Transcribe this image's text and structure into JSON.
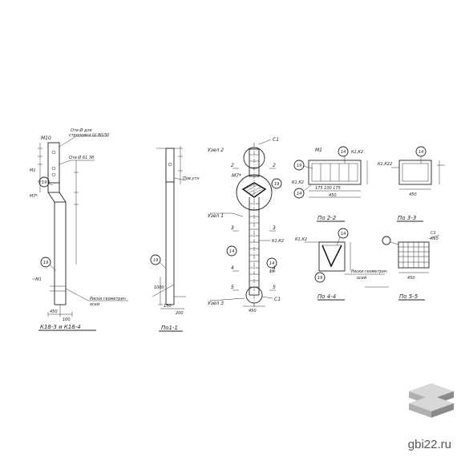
{
  "labels": {
    "m10": "М10",
    "otv_top": "Отв Ø для",
    "otv_top2": "строповки Ш 80/30",
    "otv_mid": "Отв Ø 61 38",
    "m1_a": "М1",
    "n19_a": "19",
    "m7_a": "М7*",
    "n19_b": "19",
    "m1_b": "~М1",
    "riski_1": "Риски геометрич",
    "riski_2": "осей",
    "dim_450": "450",
    "dim_100": "100",
    "caption_k": "К18-3 и К18-4",
    "n19_c": "19",
    "pov_label": "Пов.утн",
    "dim_1000": "1000",
    "dim_130": "130",
    "dim_200": "200",
    "caption_1": "По1-1",
    "uzel2": "Узел 2",
    "m7_b": "М7*",
    "uzel1": "Узел 1",
    "c1_a": "С1",
    "c1_b": "С1",
    "n19_d": "19",
    "n14_a": "14",
    "n14_b": "14",
    "n19_e": "19",
    "k1k2_a": "К1,К2",
    "sec2_a": "2",
    "sec2_b": "2",
    "sec3_a": "3",
    "sec3_b": "3",
    "sec4_a": "4",
    "sec4_b": "4",
    "sec5_a": "5",
    "sec5_b": "5",
    "uzel3": "Узел 3",
    "dim_450b": "450",
    "m1_c": "М1",
    "n14_c": "14",
    "k1k2_b": "К1,К2",
    "n19_f": "19",
    "k1k2_c": "К1,К2",
    "n14_d": "14",
    "dims_175": "175  100  175",
    "dim_450c": "450",
    "caption_2": "По 2-2",
    "n14_e": "14",
    "k1k22": "К1,К22",
    "dim_450d": "450",
    "caption_3": "По 3-3",
    "k1k2_d": "К1,К2",
    "n14_f": "14",
    "n19_g": "19",
    "riski_3": "Риски геометрич",
    "riski_4": "осей",
    "caption_4": "По 4-4",
    "c1_c": "С1",
    "k65": "К65",
    "dim_450e": "450",
    "caption_5": "По 5-5",
    "watermark": "gbi22.ru"
  },
  "colors": {
    "ink": "#222222",
    "logo_light": "#d8d8d8",
    "logo_mid": "#b0b0b0",
    "logo_dark": "#8a8a8a"
  }
}
